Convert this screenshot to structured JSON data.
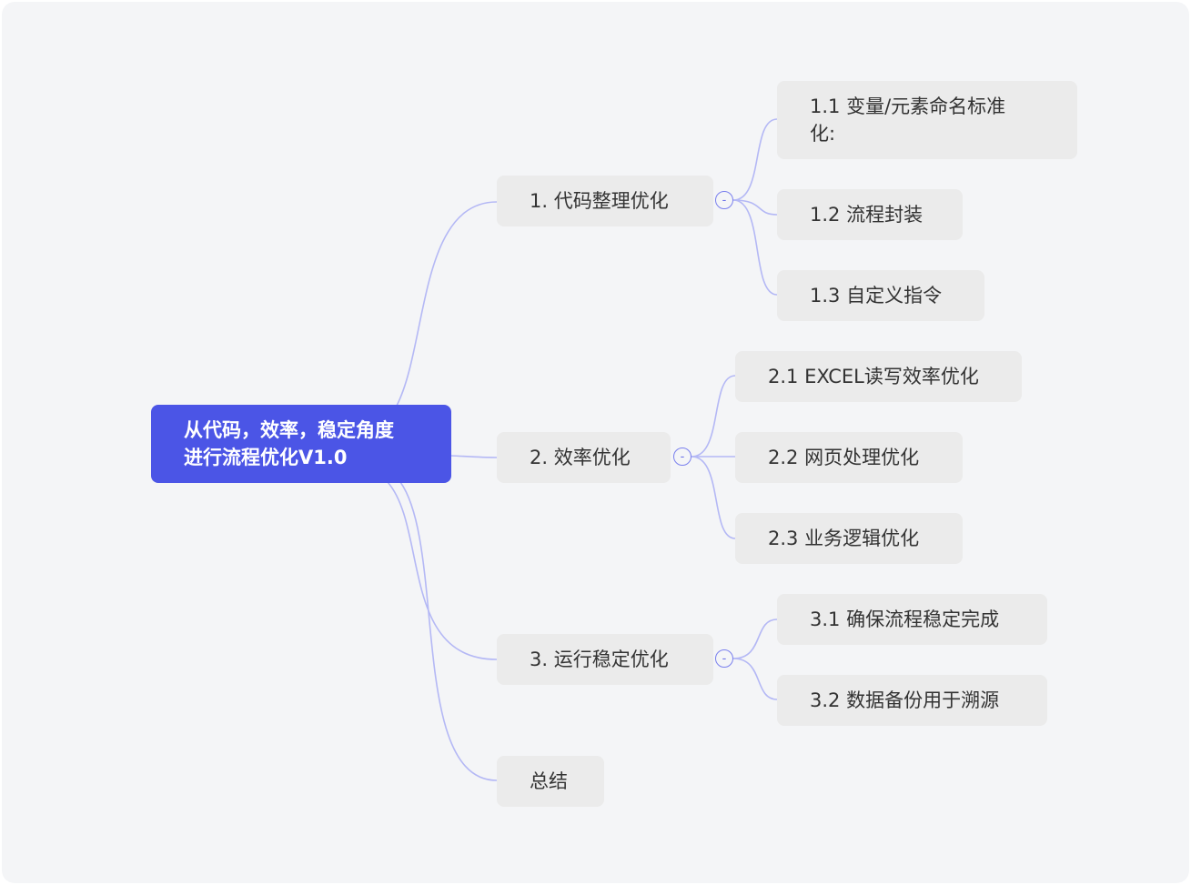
{
  "colors": {
    "root_fill": "#4b55e6",
    "node_fill": "#ebebeb",
    "connector": "#b4b8f5",
    "background": "#f4f5f7"
  },
  "mindmap": {
    "root": {
      "label": "从代码，效率，稳定角度\n进行流程优化V1.0"
    },
    "branches": [
      {
        "label": "1. 代码整理优化",
        "toggle": "-",
        "children": [
          {
            "label": "1.1 变量/元素命名标准\n化:"
          },
          {
            "label": "1.2 流程封装"
          },
          {
            "label": "1.3 自定义指令"
          }
        ]
      },
      {
        "label": "2. 效率优化",
        "toggle": "-",
        "children": [
          {
            "label": "2.1 EXCEL读写效率优化"
          },
          {
            "label": "2.2 网页处理优化"
          },
          {
            "label": "2.3 业务逻辑优化"
          }
        ]
      },
      {
        "label": "3. 运行稳定优化",
        "toggle": "-",
        "children": [
          {
            "label": "3.1 确保流程稳定完成"
          },
          {
            "label": "3.2 数据备份用于溯源"
          }
        ]
      },
      {
        "label": "总结",
        "children": []
      }
    ]
  }
}
